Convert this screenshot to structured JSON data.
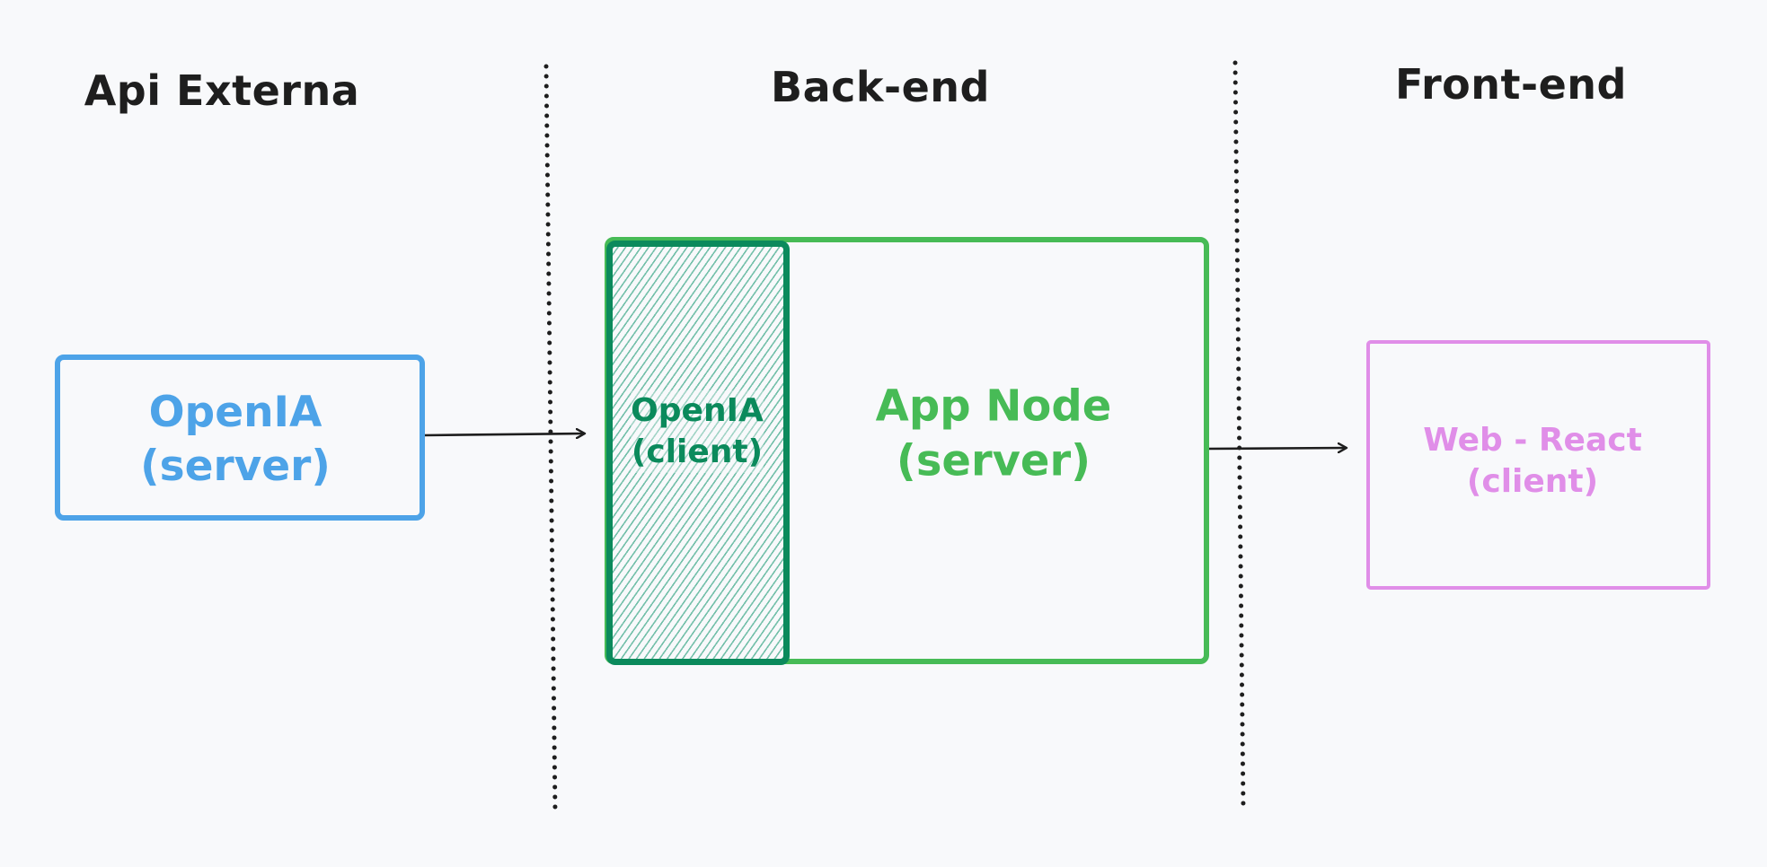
{
  "sections": {
    "api_externa": "Api Externa",
    "back_end": "Back-end",
    "front_end": "Front-end"
  },
  "nodes": {
    "openia_server": {
      "line1": "OpenIA",
      "line2": "(server)",
      "color": "#4da3e8"
    },
    "openia_client": {
      "line1": "OpenIA",
      "line2": "(client)",
      "color": "#0b8a5c"
    },
    "app_node": {
      "line1": "App Node",
      "line2": "(server)",
      "color": "#47bb56"
    },
    "web_react": {
      "line1": "Web - React",
      "line2": "(client)",
      "color": "#e08ee8"
    }
  },
  "colors": {
    "ink": "#1e1e1e",
    "background": "#f8f9fb"
  }
}
